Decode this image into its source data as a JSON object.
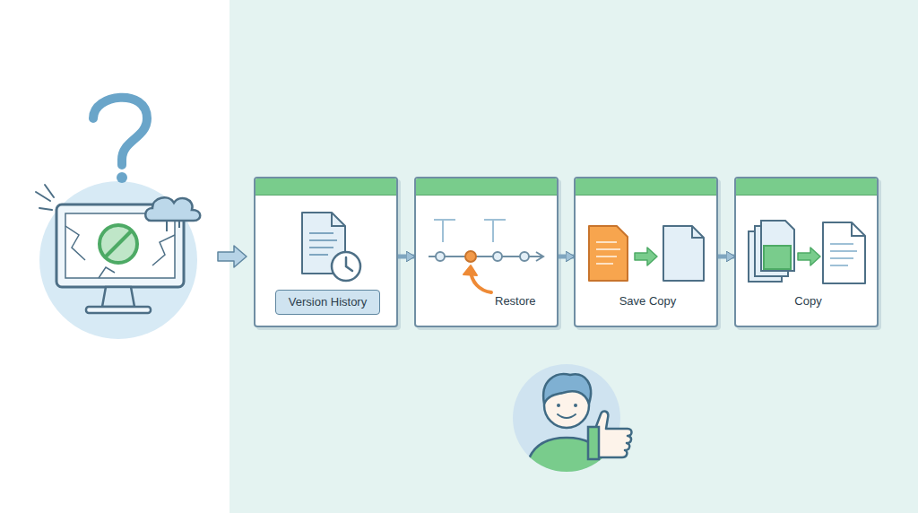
{
  "diagram": {
    "nodes": [
      {
        "text": [
          "Version History"
        ]
      },
      {
        "text": [
          "Restore"
        ]
      },
      {
        "text": [
          "Save Copy"
        ]
      },
      {
        "text": [
          "Copy"
        ]
      }
    ],
    "edges": [
      {
        "from": 0,
        "to": 1,
        "arrow": "to"
      },
      {
        "from": 1,
        "to": 2,
        "arrow": "to"
      },
      {
        "from": 2,
        "to": 3,
        "arrow": "to"
      }
    ]
  }
}
